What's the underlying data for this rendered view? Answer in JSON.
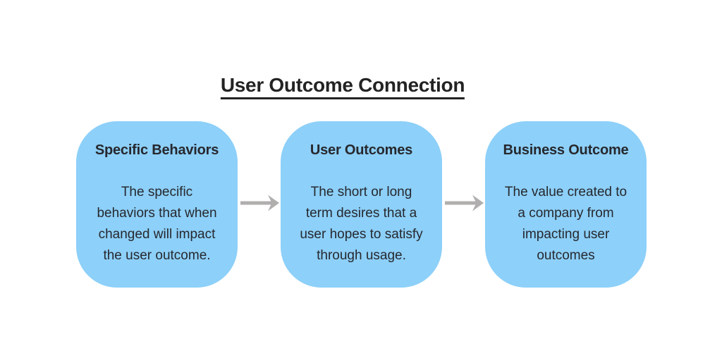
{
  "title": "User Outcome Connection",
  "boxes": [
    {
      "heading": "Specific Behaviors",
      "body": "The specific\nbehaviors that when\nchanged will impact\nthe user outcome."
    },
    {
      "heading": "User Outcomes",
      "body": "The short or long\nterm desires that a\nuser hopes to satisfy\nthrough usage."
    },
    {
      "heading": "Business Outcome",
      "body": "The value created to\na company from\nimpacting user\noutcomes"
    }
  ],
  "colors": {
    "background": "#FFFFFF",
    "box_fill": "#8DD0F9",
    "text": "#26282E",
    "title_text": "#232323",
    "arrow": "#B1AEAE"
  }
}
